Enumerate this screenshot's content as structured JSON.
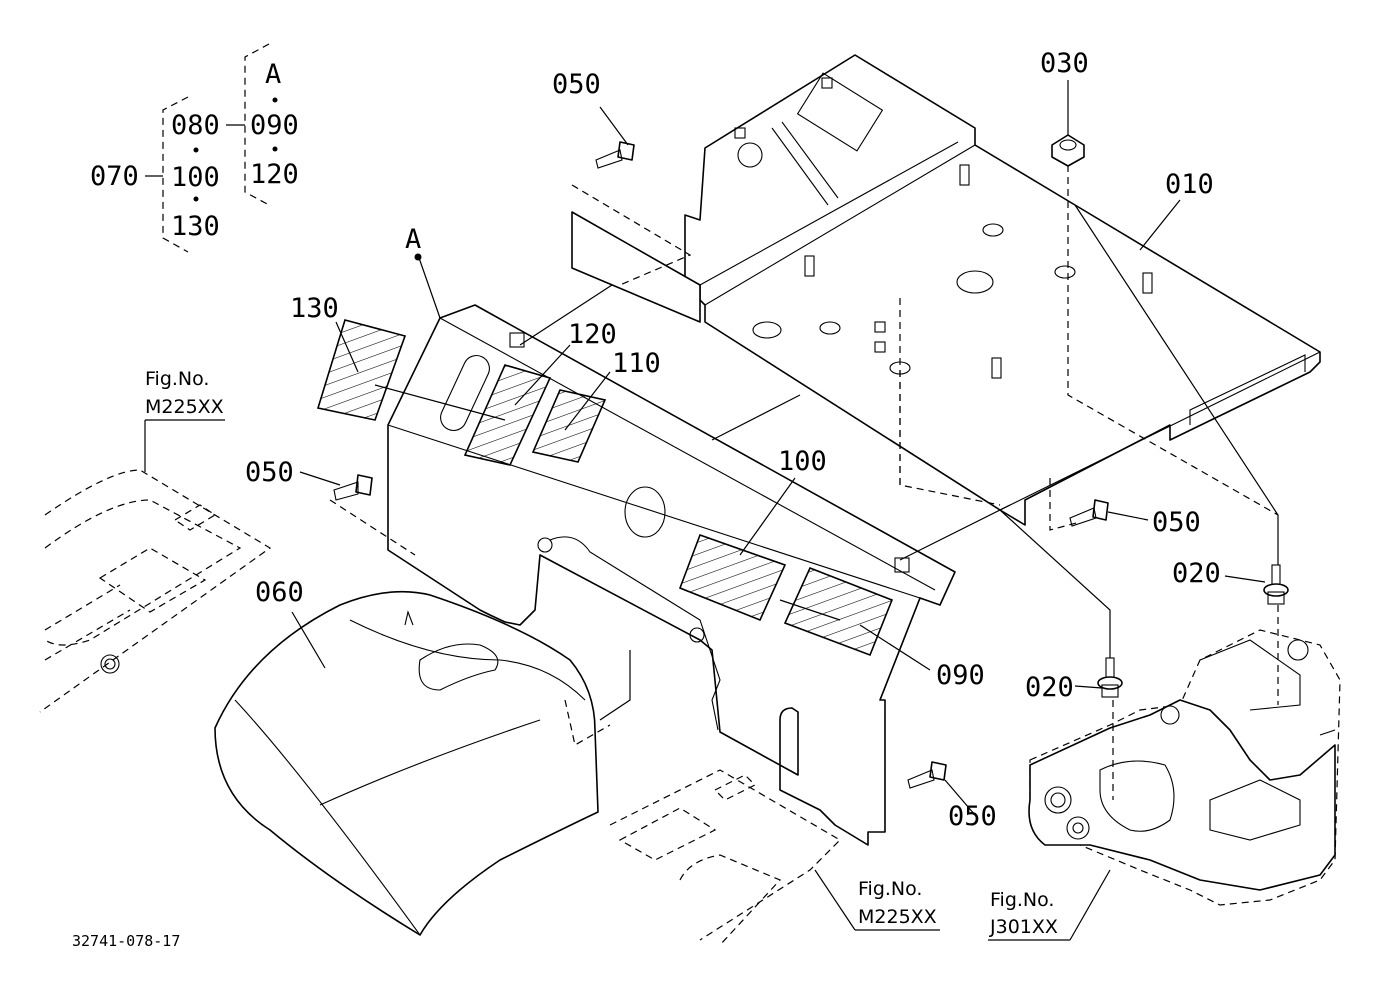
{
  "diagram": {
    "drawing_number": "32741-078-17",
    "legend": {
      "parent": "070",
      "group1": [
        "080",
        "100",
        "130"
      ],
      "group2_marker": "A",
      "group2": [
        "090",
        "120"
      ]
    },
    "marker_A": "A",
    "callouts": {
      "p010": "010",
      "p020_right": "020",
      "p020_left": "020",
      "p030": "030",
      "p050_top": "050",
      "p050_left": "050",
      "p050_right": "050",
      "p050_bottom": "050",
      "p060": "060",
      "p090": "090",
      "p100": "100",
      "p110": "110",
      "p120": "120",
      "p130": "130"
    },
    "fig_refs": {
      "left": {
        "prefix": "Fig.No.",
        "code": "M225XX"
      },
      "bottom": {
        "prefix": "Fig.No.",
        "code": "M225XX"
      },
      "right": {
        "prefix": "Fig.No.",
        "code": "J301XX"
      }
    }
  }
}
